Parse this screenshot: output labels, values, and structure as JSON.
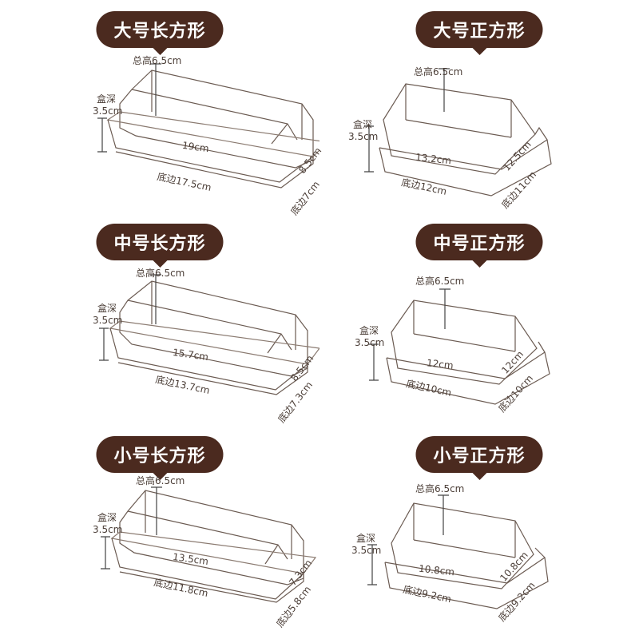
{
  "panels": [
    {
      "title": "大号长方形",
      "total_height": "总高6.5cm",
      "box_depth_line1": "盒深",
      "box_depth_line2": "3.5cm",
      "top_length": "19cm",
      "top_width": "8.5cm",
      "base_length": "底边17.5cm",
      "base_width": "底边7cm"
    },
    {
      "title": "大号正方形",
      "total_height": "总高6.5cm",
      "box_depth_line1": "盒深",
      "box_depth_line2": "3.5cm",
      "top_length": "13.2cm",
      "top_width": "12.5cm",
      "base_length": "底边12cm",
      "base_width": "底边11cm"
    },
    {
      "title": "中号长方形",
      "total_height": "总高6.5cm",
      "box_depth_line1": "盒深",
      "box_depth_line2": "3.5cm",
      "top_length": "15.7cm",
      "top_width": "8.5cm",
      "base_length": "底边13.7cm",
      "base_width": "底边7.3cm"
    },
    {
      "title": "中号正方形",
      "total_height": "总高6.5cm",
      "box_depth_line1": "盒深",
      "box_depth_line2": "3.5cm",
      "top_length": "12cm",
      "top_width": "12cm",
      "base_length": "底边10cm",
      "base_width": "底边10cm"
    },
    {
      "title": "小号长方形",
      "total_height": "总高6.5cm",
      "box_depth_line1": "盒深",
      "box_depth_line2": "3.5cm",
      "top_length": "13.5cm",
      "top_width": "7.3cm",
      "base_length": "底边11.8cm",
      "base_width": "底边5.8cm"
    },
    {
      "title": "小号正方形",
      "total_height": "总高6.5cm",
      "box_depth_line1": "盒深",
      "box_depth_line2": "3.5cm",
      "top_length": "10.8cm",
      "top_width": "10.8cm",
      "base_length": "底边9.2cm",
      "base_width": "底边9.2cm"
    }
  ],
  "colors": {
    "tag_bg": "#4b2a1f",
    "line": "#6b5b52",
    "text": "#4a3d36"
  }
}
